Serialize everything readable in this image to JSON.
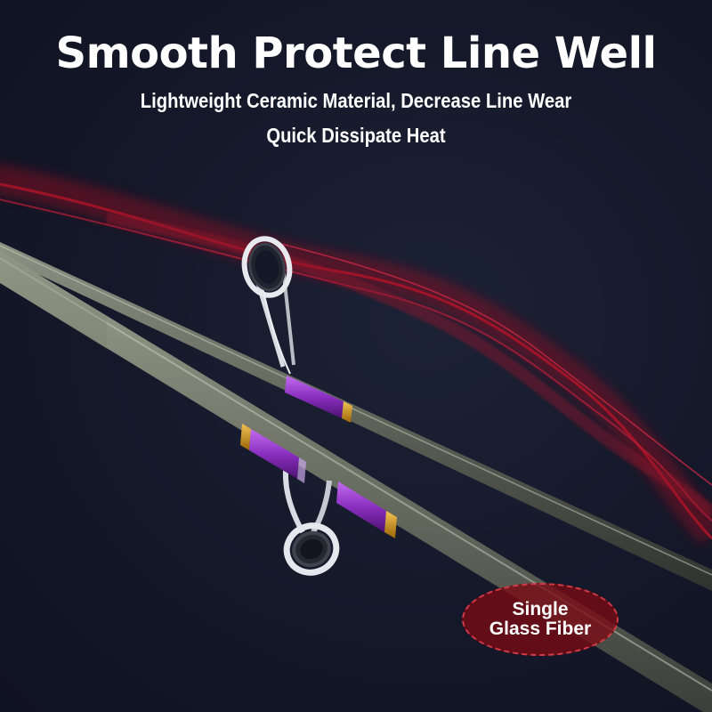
{
  "headline": "Smooth Protect Line Well",
  "subtitle_lines": [
    "Lightweight Ceramic Material, Decrease Line Wear",
    "Quick Dissipate Heat"
  ],
  "badge": {
    "line1": "Single",
    "line2": "Glass Fiber"
  },
  "colors": {
    "background": "#131727",
    "line": "#c4182e",
    "wrap": "#8a2fc0",
    "trim": "#d79a1e",
    "guide_frame": "#d9dce2",
    "blank": "#6f7468",
    "badge_fill": "#7a0a14"
  }
}
